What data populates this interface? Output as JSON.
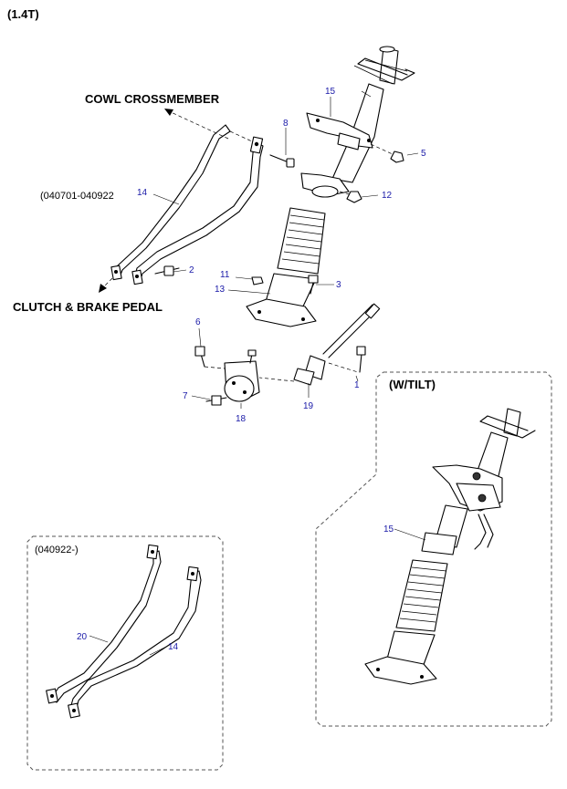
{
  "header": {
    "variant": "(1.4T)"
  },
  "labels": {
    "cowl_crossmember": "COWL CROSSMEMBER",
    "clutch_brake_pedal": "CLUTCH & BRAKE  PEDAL",
    "date_range_old": "(040701-040922",
    "date_range_new": "(040922-)",
    "with_tilt": "(W/TILT)"
  },
  "callouts": {
    "c1": "1",
    "c2": "2",
    "c3": "3",
    "c5": "5",
    "c6": "6",
    "c7": "7",
    "c8": "8",
    "c11": "11",
    "c12": "12",
    "c13": "13",
    "c14_main": "14",
    "c14_inset": "14",
    "c15_main": "15",
    "c15_tilt": "15",
    "c18": "18",
    "c19": "19",
    "c20": "20"
  },
  "colors": {
    "callout": "#1a1aa8",
    "label": "#000000",
    "line": "#000000"
  }
}
